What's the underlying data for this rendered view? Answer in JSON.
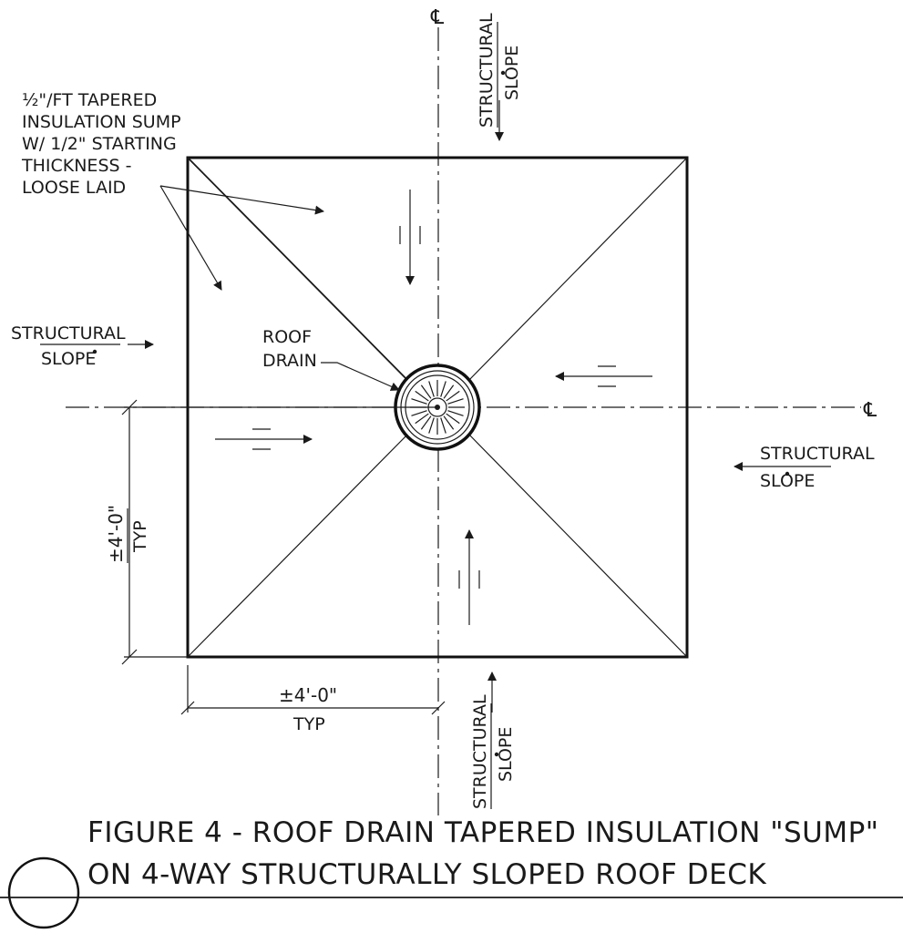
{
  "centerline_symbol": "℄",
  "annotations": {
    "insulation_note": [
      "½\"/FT TAPERED",
      "INSULATION SUMP",
      "W/ 1/2\" STARTING",
      "THICKNESS -",
      "LOOSE LAID"
    ],
    "roof_drain": [
      "ROOF",
      "DRAIN"
    ],
    "structural_slope_top": [
      "STRUCTURAL",
      "SLOPE"
    ],
    "structural_slope_left": [
      "STRUCTURAL",
      "SLOPE"
    ],
    "structural_slope_right": [
      "STRUCTURAL",
      "SLOPE"
    ],
    "structural_slope_bottom": [
      "STRUCTURAL",
      "SLOPE"
    ],
    "dim_vertical": [
      "±4'-0\"",
      "TYP"
    ],
    "dim_horizontal": [
      "±4'-0\"",
      "TYP"
    ]
  },
  "figure_title": [
    "FIGURE 4 - ROOF DRAIN TAPERED INSULATION \"SUMP\"",
    "ON 4-WAY STRUCTURALLY SLOPED ROOF DECK"
  ],
  "colors": {
    "ink": "#1a1a1a",
    "paper": "#ffffff"
  }
}
